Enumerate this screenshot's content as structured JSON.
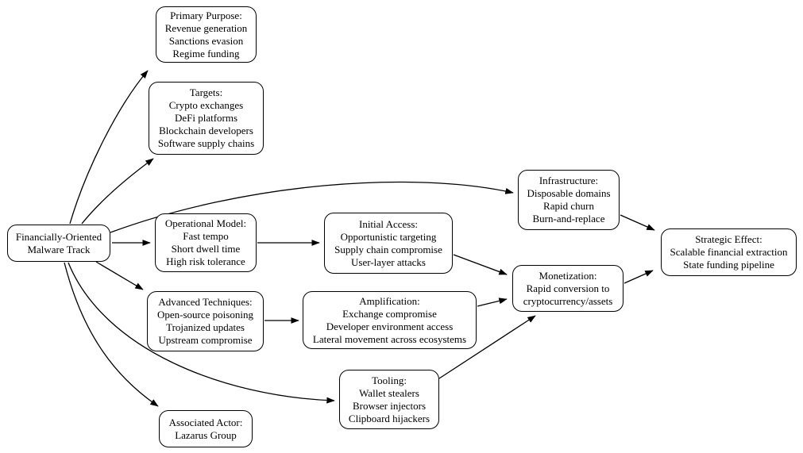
{
  "diagram": {
    "background_color": "#ffffff",
    "node_fill_color": "#ffffff",
    "node_border_color": "#000000",
    "edge_color": "#000000",
    "text_color": "#000000"
  },
  "nodes": {
    "malware_track": {
      "lines": [
        "Financially-Oriented",
        "Malware Track"
      ]
    },
    "primary_purpose": {
      "lines": [
        "Primary Purpose:",
        "Revenue generation",
        "Sanctions evasion",
        "Regime funding"
      ]
    },
    "targets": {
      "lines": [
        "Targets:",
        "Crypto exchanges",
        "DeFi platforms",
        "Blockchain developers",
        "Software supply chains"
      ]
    },
    "operational_model": {
      "lines": [
        "Operational Model:",
        "Fast tempo",
        "Short dwell time",
        "High risk tolerance"
      ]
    },
    "advanced_techniques": {
      "lines": [
        "Advanced Techniques:",
        "Open-source poisoning",
        "Trojanized updates",
        "Upstream compromise"
      ]
    },
    "associated_actor": {
      "lines": [
        "Associated Actor:",
        "Lazarus Group"
      ]
    },
    "initial_access": {
      "lines": [
        "Initial Access:",
        "Opportunistic targeting",
        "Supply chain compromise",
        "User-layer attacks"
      ]
    },
    "amplification": {
      "lines": [
        "Amplification:",
        "Exchange compromise",
        "Developer environment access",
        "Lateral movement across ecosystems"
      ]
    },
    "tooling": {
      "lines": [
        "Tooling:",
        "Wallet stealers",
        "Browser injectors",
        "Clipboard hijackers"
      ]
    },
    "infrastructure": {
      "lines": [
        "Infrastructure:",
        "Disposable domains",
        "Rapid churn",
        "Burn-and-replace"
      ]
    },
    "monetization": {
      "lines": [
        "Monetization:",
        "Rapid conversion to",
        "cryptocurrency/assets"
      ]
    },
    "strategic_effect": {
      "lines": [
        "Strategic Effect:",
        "Scalable financial extraction",
        "State funding pipeline"
      ]
    }
  },
  "edges": [
    {
      "from": "malware_track",
      "to": "primary_purpose"
    },
    {
      "from": "malware_track",
      "to": "targets"
    },
    {
      "from": "malware_track",
      "to": "infrastructure"
    },
    {
      "from": "malware_track",
      "to": "operational_model"
    },
    {
      "from": "malware_track",
      "to": "advanced_techniques"
    },
    {
      "from": "malware_track",
      "to": "tooling"
    },
    {
      "from": "malware_track",
      "to": "associated_actor"
    },
    {
      "from": "operational_model",
      "to": "initial_access"
    },
    {
      "from": "advanced_techniques",
      "to": "amplification"
    },
    {
      "from": "initial_access",
      "to": "monetization"
    },
    {
      "from": "amplification",
      "to": "monetization"
    },
    {
      "from": "tooling",
      "to": "monetization"
    },
    {
      "from": "infrastructure",
      "to": "strategic_effect"
    },
    {
      "from": "monetization",
      "to": "strategic_effect"
    }
  ]
}
